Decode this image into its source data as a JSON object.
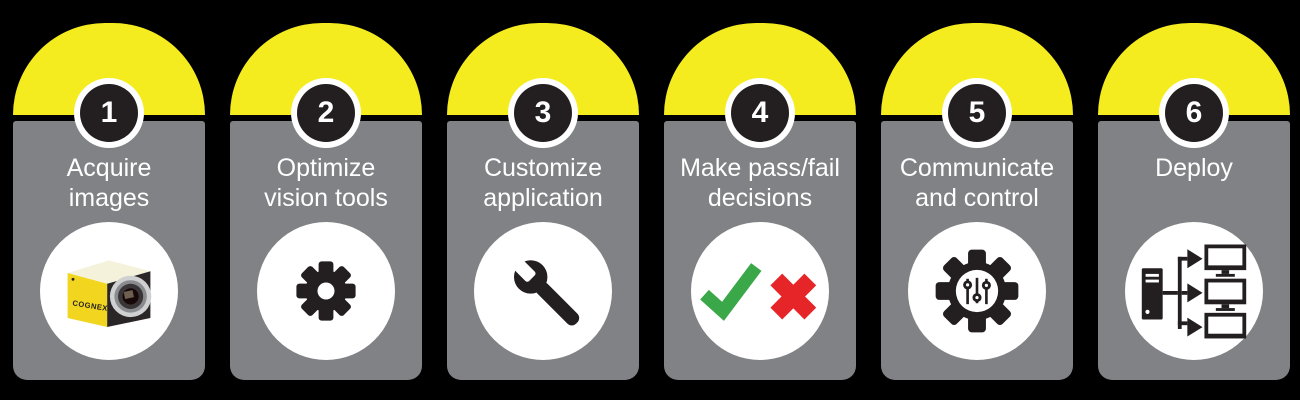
{
  "colors": {
    "background": "#000000",
    "card_yellow": "#f5ec1f",
    "card_gray": "#808285",
    "badge_black": "#231f20",
    "icon_black": "#231f20",
    "pass_green": "#3aa748",
    "fail_red": "#e52528",
    "text_white": "#ffffff",
    "camera_yellow": "#f1d51f",
    "camera_top": "#f5f2dc",
    "lens_silver": "#cfd0d2"
  },
  "steps": [
    {
      "number": "1",
      "lines": [
        "Acquire",
        "images"
      ],
      "icon": "cognex-camera-icon",
      "camera_brand": "COGNEX"
    },
    {
      "number": "2",
      "lines": [
        "Optimize",
        "vision tools"
      ],
      "icon": "gear-icon"
    },
    {
      "number": "3",
      "lines": [
        "Customize",
        "application"
      ],
      "icon": "wrench-icon"
    },
    {
      "number": "4",
      "lines": [
        "Make pass/fail",
        "decisions"
      ],
      "icon": "pass-fail-icon"
    },
    {
      "number": "5",
      "lines": [
        "Communicate",
        "and control"
      ],
      "icon": "gear-sliders-icon"
    },
    {
      "number": "6",
      "lines": [
        "Deploy",
        ""
      ],
      "icon": "deploy-network-icon"
    }
  ]
}
